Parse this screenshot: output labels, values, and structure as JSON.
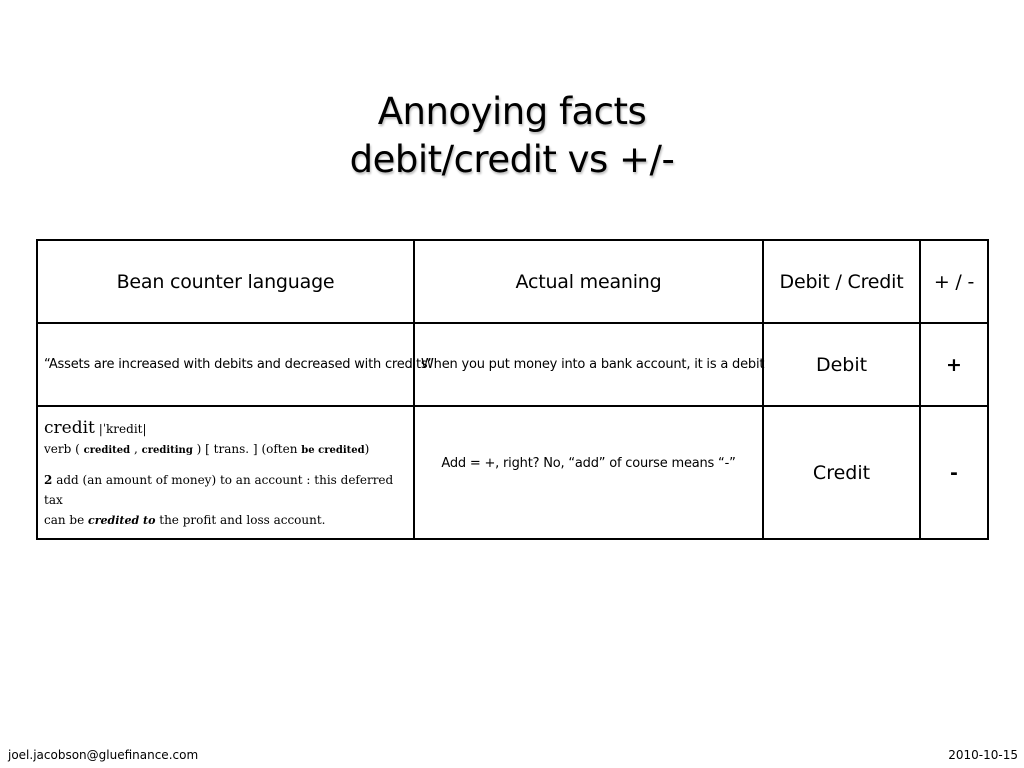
{
  "slide": {
    "title_line1": "Annoying facts",
    "title_line2": "debit/credit vs +/-"
  },
  "table": {
    "headers": [
      "Bean counter language",
      "Actual meaning",
      "Debit / Credit",
      "+ / -"
    ],
    "rows": [
      {
        "bean_counter": "“Assets are increased with debits and decreased with credits”",
        "actual_meaning": "When you put money into a bank account, it is a debit",
        "debit_credit": "Debit",
        "sign": "+"
      },
      {
        "dictionary": {
          "headword": "credit",
          "pronunciation": "|ˈkredit|",
          "pos": "verb",
          "form1": "credited",
          "form2": "crediting",
          "trans": "trans.",
          "often": "(often",
          "often_form": "be credited",
          "sense_number": "2",
          "definition": "add (an amount of money) to an account : this deferred tax",
          "example_prefix": "can be",
          "example_emph": "credited to",
          "example_suffix": "the profit and loss account."
        },
        "actual_meaning": "Add = +, right? No, “add” of course means “-”",
        "debit_credit": "Credit",
        "sign": "-"
      }
    ]
  },
  "footer": {
    "email": "joel.jacobson@gluefinance.com",
    "date": "2010-10-15"
  }
}
